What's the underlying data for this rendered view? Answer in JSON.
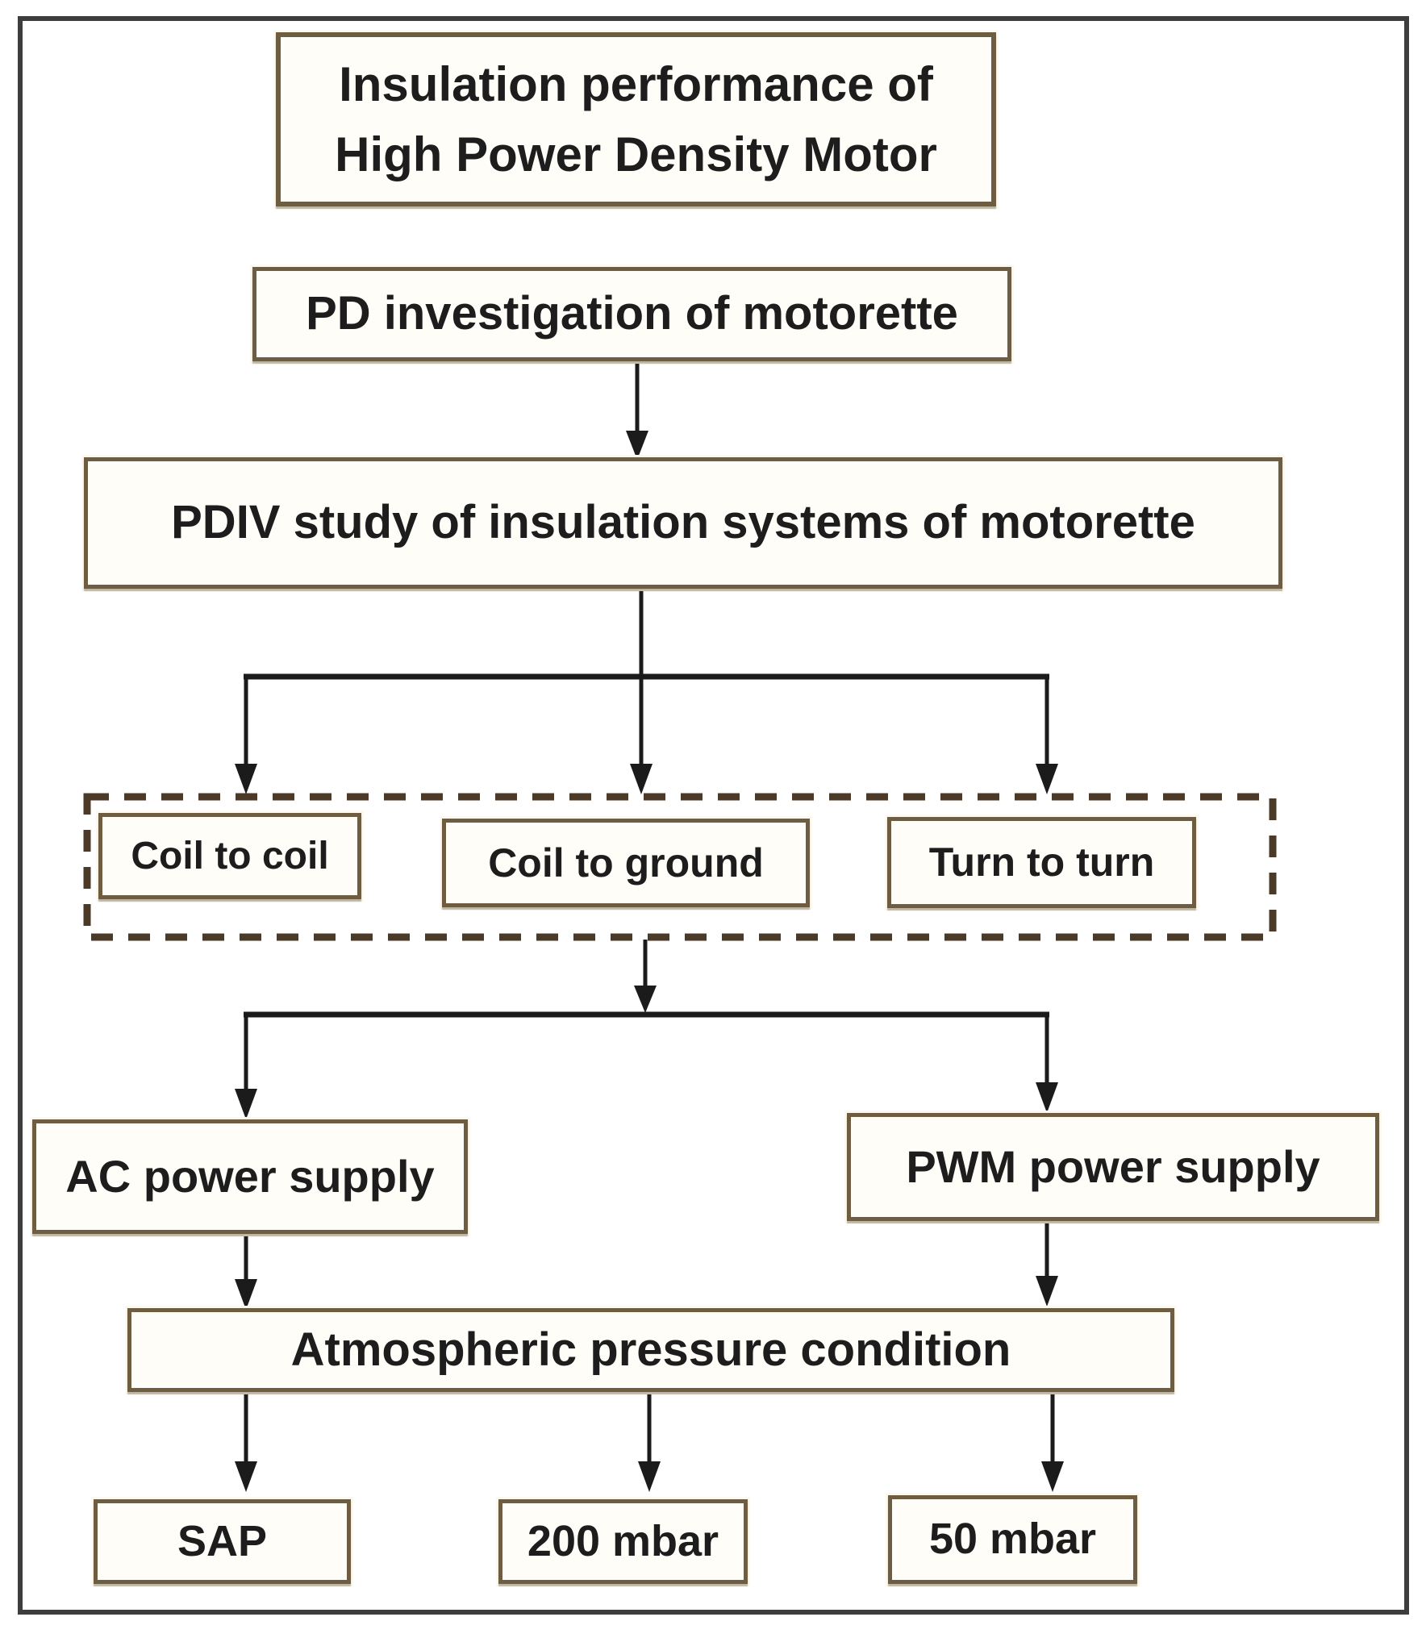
{
  "figure": {
    "title": {
      "line1": "Insulation performance of",
      "line2": "High Power Density Motor"
    },
    "nodes": {
      "pd_investigation": "PD investigation of motorette",
      "pdiv_study": "PDIV study of insulation systems of motorette",
      "coil_to_coil": "Coil to coil",
      "coil_to_ground": "Coil to ground",
      "turn_to_turn": "Turn to turn",
      "ac_power_supply": "AC power supply",
      "pwm_power_supply": "PWM power supply",
      "atmospheric_pressure": "Atmospheric pressure condition",
      "sap": "SAP",
      "mbar_200": "200 mbar",
      "mbar_50": "50 mbar"
    },
    "colors": {
      "box_border": "#6f5d42",
      "dashed_group_border": "#4a3a27",
      "box_fill": "#fffdf7",
      "connector_line": "#1b1b1b",
      "outer_frame": "#3d3d3d",
      "text": "#1d1d1d"
    }
  }
}
